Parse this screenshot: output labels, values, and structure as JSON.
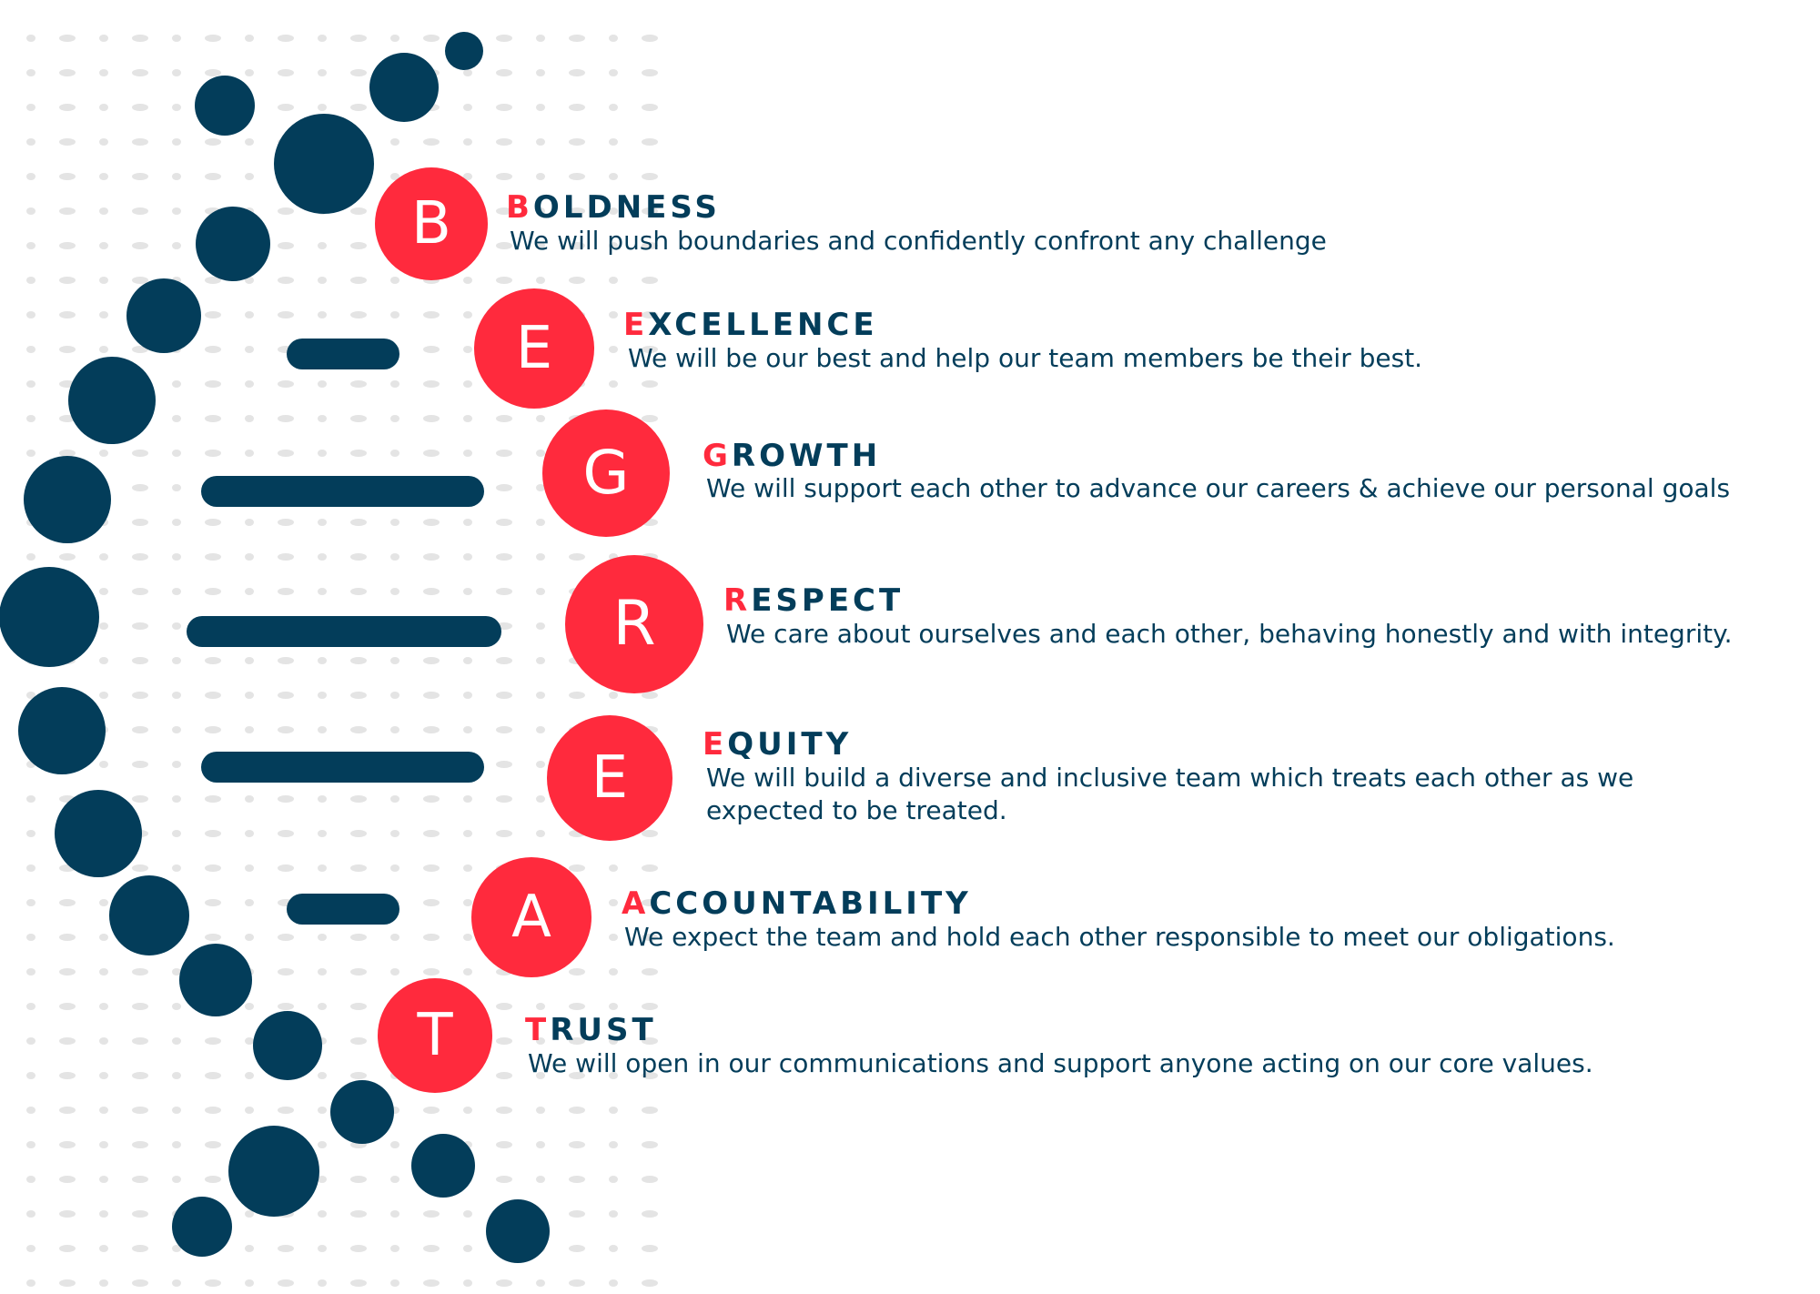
{
  "colors": {
    "navy": "#033d5a",
    "red": "#ff2a3d",
    "dot": "#e4e4e4",
    "text": "#033d5a"
  },
  "values": [
    {
      "letter": "B",
      "title_first": "B",
      "title_rest": "OLDNESS",
      "description": "We will push boundaries and confidently confront any challenge"
    },
    {
      "letter": "E",
      "title_first": "E",
      "title_rest": "XCELLENCE",
      "description": "We will be our best and help our team members be their best."
    },
    {
      "letter": "G",
      "title_first": "G",
      "title_rest": "ROWTH",
      "description": "We will support each other to advance our careers & achieve our personal goals"
    },
    {
      "letter": "R",
      "title_first": "R",
      "title_rest": "ESPECT",
      "description": "We care about ourselves and each other, behaving honestly and with integrity."
    },
    {
      "letter": "E",
      "title_first": "E",
      "title_rest": "QUITY",
      "description": "We will build a diverse and inclusive team which treats each other as we expected to be treated."
    },
    {
      "letter": "A",
      "title_first": "A",
      "title_rest": "CCOUNTABILITY",
      "description": "We expect the team and hold each other responsible to meet our obligations."
    },
    {
      "letter": "T",
      "title_first": "T",
      "title_rest": "RUST",
      "description": "We will open in our communications and support anyone acting on our core values."
    }
  ]
}
